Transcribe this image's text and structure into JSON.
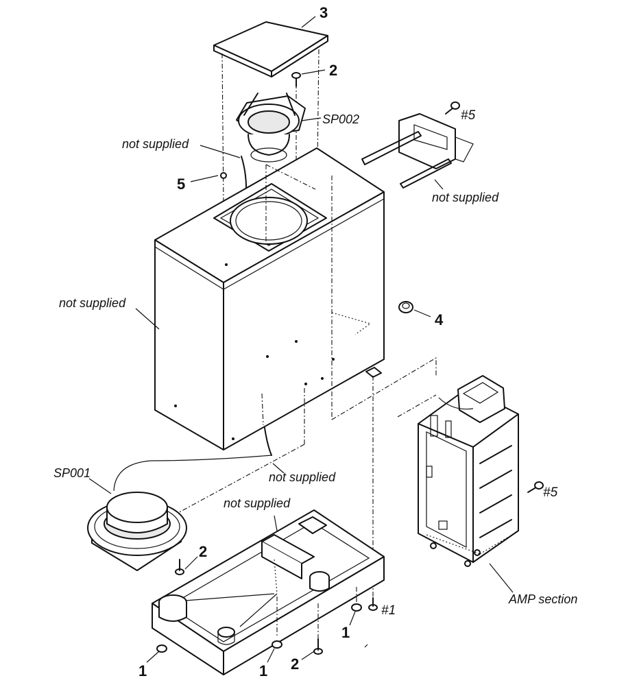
{
  "labels": {
    "part_3": "3",
    "part_2_top": "2",
    "sp002": "SP002",
    "ref_5_top": "#5",
    "not_supplied_top_left": "not supplied",
    "part_5": "5",
    "not_supplied_terminal": "not supplied",
    "not_supplied_cabinet": "not supplied",
    "part_4": "4",
    "sp001": "SP001",
    "not_supplied_wire": "not supplied",
    "not_supplied_base": "not supplied",
    "ref_5_amp": "#5",
    "part_2_mid": "2",
    "ref_1": "#1",
    "part_1_right": "1",
    "amp_section": "AMP section",
    "part_1_left": "1",
    "part_1_center": "1",
    "part_2_bottom": "2"
  }
}
